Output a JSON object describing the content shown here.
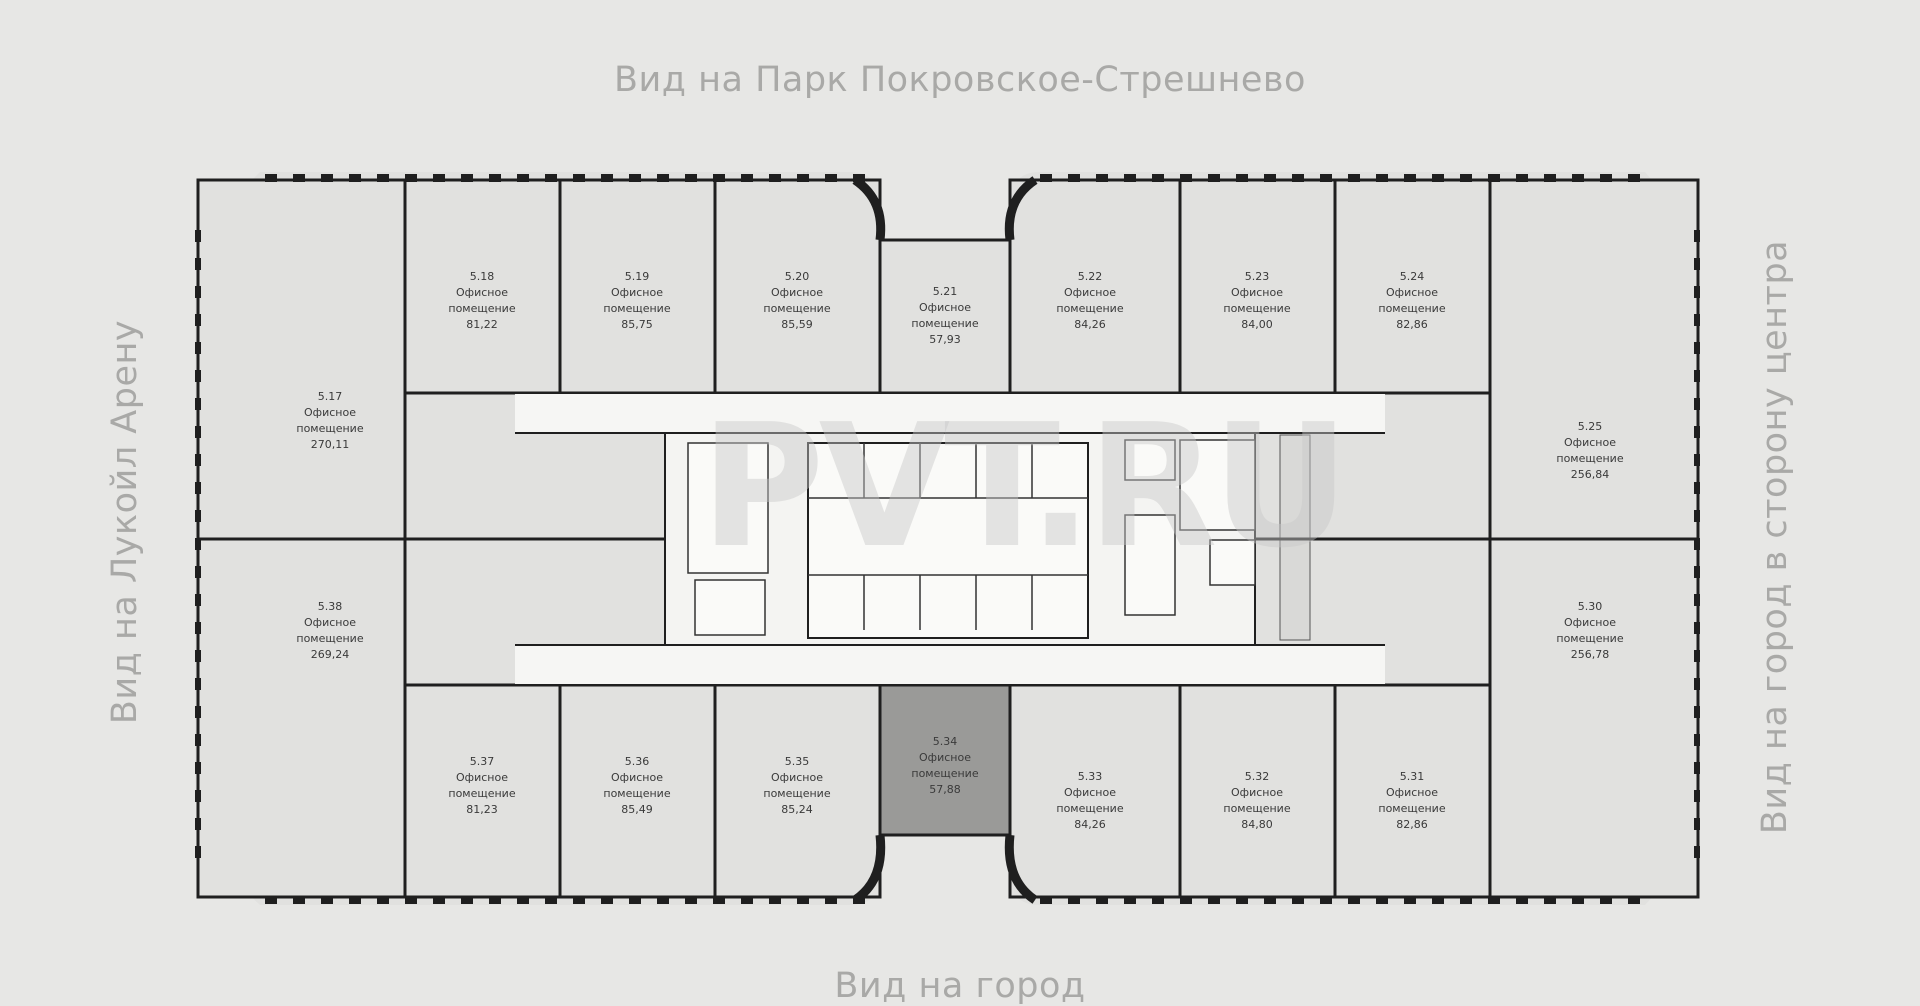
{
  "views": {
    "top": "Вид на Парк Покровское-Стрешнево",
    "bottom": "Вид на город",
    "left": "Вид на Лукойл Арену",
    "right": "Вид на город в сторону центра"
  },
  "units": [
    {
      "id": "5.18",
      "type": "Офисное",
      "type2": "помещение",
      "area": "81,22",
      "selected": false
    },
    {
      "id": "5.19",
      "type": "Офисное",
      "type2": "помещение",
      "area": "85,75",
      "selected": false
    },
    {
      "id": "5.20",
      "type": "Офисное",
      "type2": "помещение",
      "area": "85,59",
      "selected": false
    },
    {
      "id": "5.21",
      "type": "Офисное",
      "type2": "помещение",
      "area": "57,93",
      "selected": false
    },
    {
      "id": "5.22",
      "type": "Офисное",
      "type2": "помещение",
      "area": "84,26",
      "selected": false
    },
    {
      "id": "5.23",
      "type": "Офисное",
      "type2": "помещение",
      "area": "84,00",
      "selected": false
    },
    {
      "id": "5.24",
      "type": "Офисное",
      "type2": "помещение",
      "area": "82,86",
      "selected": false
    },
    {
      "id": "5.17",
      "type": "Офисное",
      "type2": "помещение",
      "area": "270,11",
      "selected": false
    },
    {
      "id": "5.25",
      "type": "Офисное",
      "type2": "помещение",
      "area": "256,84",
      "selected": false
    },
    {
      "id": "5.38",
      "type": "Офисное",
      "type2": "помещение",
      "area": "269,24",
      "selected": false
    },
    {
      "id": "5.30",
      "type": "Офисное",
      "type2": "помещение",
      "area": "256,78",
      "selected": false
    },
    {
      "id": "5.37",
      "type": "Офисное",
      "type2": "помещение",
      "area": "81,23",
      "selected": false
    },
    {
      "id": "5.36",
      "type": "Офисное",
      "type2": "помещение",
      "area": "85,49",
      "selected": false
    },
    {
      "id": "5.35",
      "type": "Офисное",
      "type2": "помещение",
      "area": "85,24",
      "selected": false
    },
    {
      "id": "5.34",
      "type": "Офисное",
      "type2": "помещение",
      "area": "57,88",
      "selected": true
    },
    {
      "id": "5.33",
      "type": "Офисное",
      "type2": "помещение",
      "area": "84,26",
      "selected": false
    },
    {
      "id": "5.32",
      "type": "Офисное",
      "type2": "помещение",
      "area": "84,80",
      "selected": false
    },
    {
      "id": "5.31",
      "type": "Офисное",
      "type2": "помещение",
      "area": "82,86",
      "selected": false
    }
  ],
  "watermark": "PVT.RU",
  "colors": {
    "background": "#e7e7e5",
    "floor": "#e1e1df",
    "core": "#f4f4f2",
    "wall": "#1f1f1f",
    "selected": "#9a9a98",
    "label": "#a9a9a7"
  }
}
